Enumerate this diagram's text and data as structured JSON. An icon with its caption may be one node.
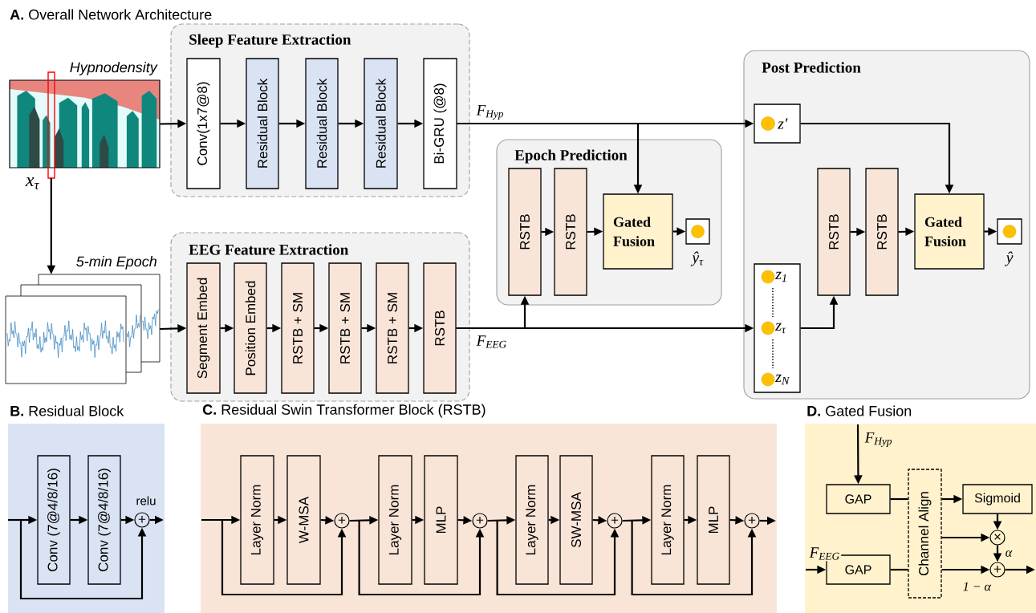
{
  "diagram": {
    "nodes": [
      {
        "text": [
          "Sleep Feature Extraction"
        ]
      },
      {
        "text": [
          "Conv(1x7@8)"
        ],
        "in": 0
      },
      {
        "text": [
          "Residual Block"
        ],
        "in": 0
      },
      {
        "text": [
          "Residual Block"
        ],
        "in": 0
      },
      {
        "text": [
          "Residual Block"
        ],
        "in": 0
      },
      {
        "text": [
          "Bi-GRU (@8)"
        ],
        "in": 0
      },
      {
        "text": [
          "Hypnodensity"
        ],
        "beside": [
          "x$_{τ}$"
        ]
      },
      {
        "text": [
          "5-min Epoch"
        ]
      },
      {
        "text": [
          "EEG Feature Extraction"
        ]
      },
      {
        "text": [
          "Segment Embed"
        ],
        "in": 8
      },
      {
        "text": [
          "Position Embed"
        ],
        "in": 8
      },
      {
        "text": [
          "RSTB + SM"
        ],
        "in": 8
      },
      {
        "text": [
          "RSTB + SM"
        ],
        "in": 8
      },
      {
        "text": [
          "RSTB + SM"
        ],
        "in": 8
      },
      {
        "text": [
          "RSTB"
        ],
        "in": 8
      },
      {
        "text": [
          "Epoch Prediction"
        ]
      },
      {
        "text": [
          "RSTB"
        ],
        "in": 15
      },
      {
        "text": [
          "RSTB"
        ],
        "in": 15
      },
      {
        "text": [
          "Gated Fusion"
        ],
        "in": 15
      },
      {
        "text": [],
        "shape": "box",
        "in": 15,
        "beside": [
          "ŷ$_{τ}$"
        ]
      },
      {
        "text": [
          "Post Prediction"
        ]
      },
      {
        "text": [
          "z′"
        ],
        "in": 20
      },
      {
        "text": [
          "z$_{1}$",
          "z$_{τ}$",
          "z$_{N}$"
        ],
        "in": 20
      },
      {
        "text": [
          "RSTB"
        ],
        "in": 20
      },
      {
        "text": [
          "RSTB"
        ],
        "in": 20
      },
      {
        "text": [
          "Gated Fusion"
        ],
        "in": 20
      },
      {
        "text": [],
        "shape": "box",
        "in": 20,
        "beside": [
          "ŷ"
        ]
      },
      {
        "text": [
          "**B.** Residual Block"
        ]
      },
      {
        "text": [
          "Conv (7@4/8/16)"
        ],
        "in": 27
      },
      {
        "text": [
          "Conv (7@4/8/16)"
        ],
        "in": 27
      },
      {
        "text": [
          "+"
        ],
        "in": 27,
        "beside": [
          "relu"
        ]
      },
      {
        "text": [
          "**C.** Residual Swin Transformer Block (RSTB)"
        ]
      },
      {
        "text": [
          "Layer Norm"
        ],
        "in": 31
      },
      {
        "text": [
          "W-MSA"
        ],
        "in": 31
      },
      {
        "text": [
          "+"
        ],
        "in": 31
      },
      {
        "text": [
          "Layer Norm"
        ],
        "in": 31
      },
      {
        "text": [
          "MLP"
        ],
        "in": 31
      },
      {
        "text": [
          "+"
        ],
        "in": 31
      },
      {
        "text": [
          "Layer Norm"
        ],
        "in": 31
      },
      {
        "text": [
          "SW-MSA"
        ],
        "in": 31
      },
      {
        "text": [
          "+"
        ],
        "in": 31
      },
      {
        "text": [
          "Layer Norm"
        ],
        "in": 31
      },
      {
        "text": [
          "MLP"
        ],
        "in": 31
      },
      {
        "text": [
          "+"
        ],
        "in": 31
      },
      {
        "text": [
          "**D.** Gated Fusion"
        ]
      },
      {
        "text": [
          "GAP"
        ],
        "in": 44
      },
      {
        "text": [
          "GAP"
        ],
        "in": 44
      },
      {
        "text": [
          "Channel Align"
        ],
        "in": 44
      },
      {
        "text": [
          "Sigmoid"
        ],
        "in": 44
      },
      {
        "text": [
          "×"
        ],
        "in": 44
      },
      {
        "text": [
          "+"
        ],
        "in": 44
      }
    ],
    "edges": [
      {
        "from": 6,
        "to": 1,
        "arrow": "to"
      },
      {
        "from": 1,
        "to": 2,
        "arrow": "to"
      },
      {
        "from": 2,
        "to": 3,
        "arrow": "to"
      },
      {
        "from": 3,
        "to": 4,
        "arrow": "to"
      },
      {
        "from": 4,
        "to": 5,
        "arrow": "to"
      },
      {
        "from": 5,
        "to": 21,
        "arrow": "to",
        "label": "F$_{Hyp}$"
      },
      {
        "from": 5,
        "to": 18,
        "arrow": "to"
      },
      {
        "from": 6,
        "to": 7,
        "arrow": "to"
      },
      {
        "from": 7,
        "to": 9,
        "arrow": "to"
      },
      {
        "from": 9,
        "to": 10,
        "arrow": "to"
      },
      {
        "from": 10,
        "to": 11,
        "arrow": "to"
      },
      {
        "from": 11,
        "to": 12,
        "arrow": "to"
      },
      {
        "from": 12,
        "to": 13,
        "arrow": "to"
      },
      {
        "from": 13,
        "to": 14,
        "arrow": "to"
      },
      {
        "from": 14,
        "to": 22,
        "arrow": "to",
        "label": "F$_{EEG}$"
      },
      {
        "from": 14,
        "to": 16,
        "arrow": "to"
      },
      {
        "from": 16,
        "to": 17,
        "arrow": "to"
      },
      {
        "from": 17,
        "to": 18,
        "arrow": "to"
      },
      {
        "from": 18,
        "to": 19,
        "arrow": "to"
      },
      {
        "from": 21,
        "to": 25,
        "arrow": "to"
      },
      {
        "from": 22,
        "to": 23,
        "arrow": "to"
      },
      {
        "from": 23,
        "to": 24,
        "arrow": "to"
      },
      {
        "from": 24,
        "to": 25,
        "arrow": "to"
      },
      {
        "from": 25,
        "to": 26,
        "arrow": "to"
      },
      {
        "from": null,
        "to": 28,
        "arrow": "to"
      },
      {
        "from": null,
        "to": 30,
        "arrow": "to"
      },
      {
        "from": 28,
        "to": 29,
        "arrow": "to"
      },
      {
        "from": 29,
        "to": 30,
        "arrow": "to"
      },
      {
        "from": 30,
        "to": null,
        "arrow": "to"
      },
      {
        "from": null,
        "to": 32,
        "arrow": "to"
      },
      {
        "from": null,
        "to": 34,
        "arrow": "to"
      },
      {
        "from": 32,
        "to": 33,
        "arrow": "to"
      },
      {
        "from": 33,
        "to": 34,
        "arrow": "to"
      },
      {
        "from": 34,
        "to": 35,
        "arrow": "to"
      },
      {
        "from": 34,
        "to": 37,
        "arrow": "to"
      },
      {
        "from": 35,
        "to": 36,
        "arrow": "to"
      },
      {
        "from": 36,
        "to": 37,
        "arrow": "to"
      },
      {
        "from": 37,
        "to": 38,
        "arrow": "to"
      },
      {
        "from": 37,
        "to": 40,
        "arrow": "to"
      },
      {
        "from": 38,
        "to": 39,
        "arrow": "to"
      },
      {
        "from": 39,
        "to": 40,
        "arrow": "to"
      },
      {
        "from": 40,
        "to": 41,
        "arrow": "to"
      },
      {
        "from": 40,
        "to": 43,
        "arrow": "to"
      },
      {
        "from": 41,
        "to": 42,
        "arrow": "to"
      },
      {
        "from": 42,
        "to": 43,
        "arrow": "to"
      },
      {
        "from": 43,
        "to": null,
        "arrow": "to"
      },
      {
        "from": null,
        "to": 45,
        "arrow": "to",
        "label": "F$_{Hyp}$"
      },
      {
        "from": null,
        "to": 46,
        "arrow": "to",
        "label": "F$_{EEG}$"
      },
      {
        "from": 45,
        "to": 47,
        "arrow": "none"
      },
      {
        "from": 46,
        "to": 47,
        "arrow": "none"
      },
      {
        "from": 47,
        "to": 48,
        "arrow": "to"
      },
      {
        "from": 47,
        "to": 49,
        "arrow": "to"
      },
      {
        "from": 48,
        "to": 49,
        "arrow": "to"
      },
      {
        "from": 49,
        "to": 50,
        "arrow": "to",
        "label": "α"
      },
      {
        "from": 47,
        "to": 50,
        "arrow": "to",
        "label": "1 − α"
      },
      {
        "from": 50,
        "to": null,
        "arrow": "to"
      }
    ],
    "labels": [
      "**A.** Overall Network Architecture"
    ]
  }
}
